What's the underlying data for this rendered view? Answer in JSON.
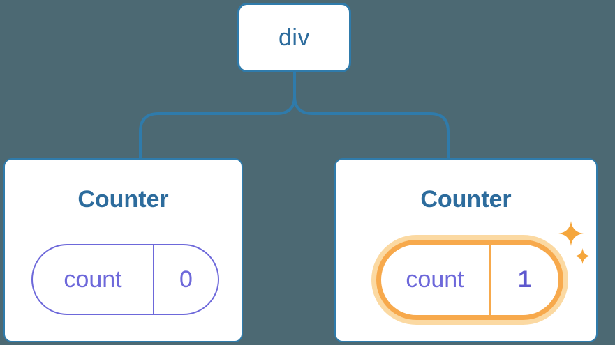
{
  "diagram_title": "component-state-tree",
  "colors": {
    "background": "#4c6973",
    "line_blue": "#2f7bab",
    "text_blue": "#2d6c9d",
    "card_background": "#ffffff",
    "state_purple": "#6d68da",
    "state_value_purple": "#5e58ce",
    "highlight_orange": "#f7a94c",
    "highlight_glow": "#fbd9a2",
    "sparkle_orange": "#f5a63c"
  },
  "root_node": {
    "label": "div"
  },
  "cards": [
    {
      "title": "Counter",
      "state_name": "count",
      "state_value": "0",
      "highlighted": false
    },
    {
      "title": "Counter",
      "state_name": "count",
      "state_value": "1",
      "highlighted": true
    }
  ],
  "icons": {
    "sparkles": "✦"
  }
}
